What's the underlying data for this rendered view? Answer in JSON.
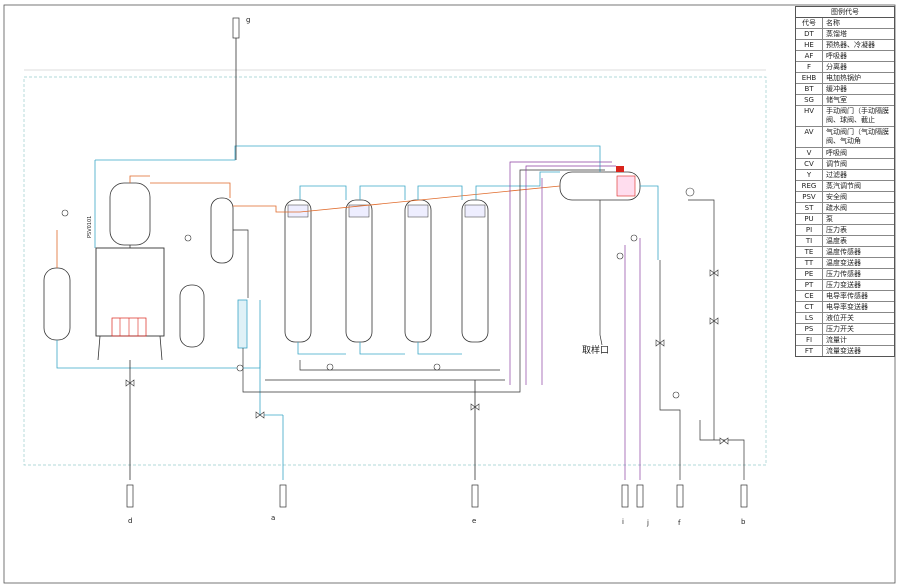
{
  "legend": {
    "title": "图例代号",
    "col_code": "代号",
    "col_name": "名称",
    "rows": [
      {
        "code": "DT",
        "name": "蒸馏塔"
      },
      {
        "code": "HE",
        "name": "预热器、冷凝器"
      },
      {
        "code": "AF",
        "name": "呼吸器"
      },
      {
        "code": "F",
        "name": "分离器"
      },
      {
        "code": "EHB",
        "name": "电加热锅炉"
      },
      {
        "code": "BT",
        "name": "缓冲器"
      },
      {
        "code": "SG",
        "name": "储气室"
      },
      {
        "code": "HV",
        "name": "手动阀门（手动隔膜阀、球阀、截止"
      },
      {
        "code": "AV",
        "name": "气动阀门（气动隔膜阀、气动角"
      },
      {
        "code": "V",
        "name": "呼吸阀"
      },
      {
        "code": "CV",
        "name": "调节阀"
      },
      {
        "code": "Y",
        "name": "过滤器"
      },
      {
        "code": "REG",
        "name": "蒸汽调节阀"
      },
      {
        "code": "PSV",
        "name": "安全阀"
      },
      {
        "code": "ST",
        "name": "疏水阀"
      },
      {
        "code": "PU",
        "name": "泵"
      },
      {
        "code": "PI",
        "name": "压力表"
      },
      {
        "code": "TI",
        "name": "温度表"
      },
      {
        "code": "TE",
        "name": "温度传感器"
      },
      {
        "code": "TT",
        "name": "温度变送器"
      },
      {
        "code": "PE",
        "name": "压力传感器"
      },
      {
        "code": "PT",
        "name": "压力变送器"
      },
      {
        "code": "CE",
        "name": "电导率传感器"
      },
      {
        "code": "CT",
        "name": "电导率变送器"
      },
      {
        "code": "LS",
        "name": "液位开关"
      },
      {
        "code": "PS",
        "name": "压力开关"
      },
      {
        "code": "FI",
        "name": "流量计"
      },
      {
        "code": "FT",
        "name": "流量变送器"
      }
    ]
  },
  "ports": {
    "g": "g",
    "d": "d",
    "a": "a",
    "e": "e",
    "i": "i",
    "j": "j",
    "f": "f",
    "b": "b"
  },
  "labels": {
    "sampling_port": "取样口",
    "psv_tag": "PSV0101"
  },
  "colors": {
    "cyan": "#3aa6c6",
    "orange": "#e06a2a",
    "purple": "#8a3fa0",
    "dark": "#333333",
    "red": "#d9241c"
  }
}
